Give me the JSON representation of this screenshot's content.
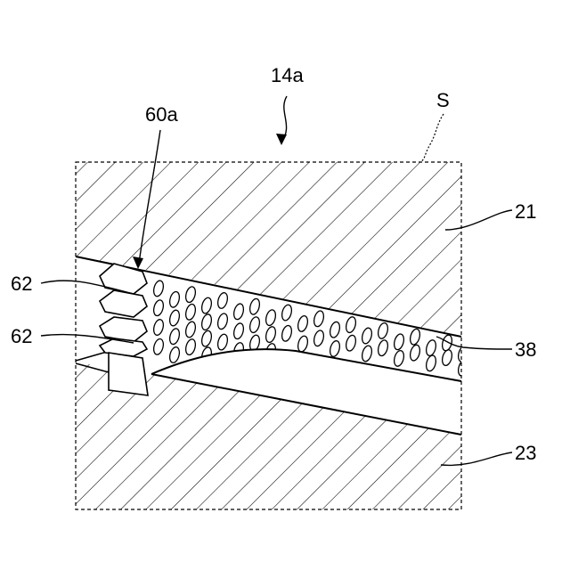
{
  "labels": {
    "fig_ref": "14a",
    "section": "S",
    "part_60a": "60a",
    "part_62_upper": "62",
    "part_62_lower": "62",
    "part_21": "21",
    "part_38": "38",
    "part_23": "23"
  },
  "colors": {
    "line": "#000000",
    "background": "#ffffff"
  }
}
